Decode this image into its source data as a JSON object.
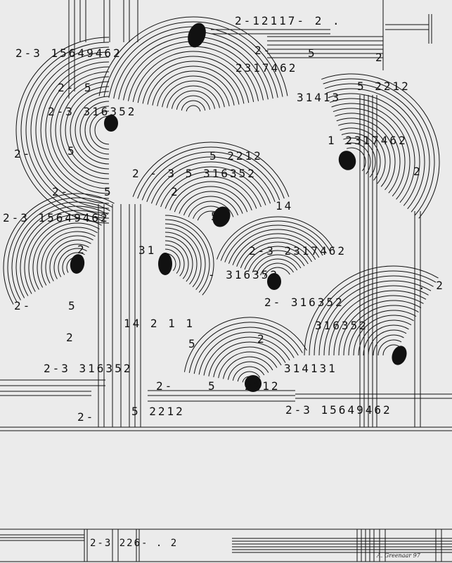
{
  "artwork": {
    "kind": "numeric-notation drawing",
    "background": "#ebebeb",
    "ink": "#111111"
  },
  "labels": {
    "top_code": "2-12117- 2 .",
    "top_left_code": "2-3  15649462",
    "upper_seq": "2317462",
    "upper_small": "2-",
    "upper_five": "5",
    "upper_mid_2": "2",
    "upper_right_code": "5  2212",
    "right_314": "31413",
    "left_2dash": "2-   5",
    "left_seq": "2-3  316352",
    "left_2": "2-",
    "left_5": "5",
    "center_2212": "5  2212",
    "center_316352": "2 - 3 5 316352",
    "center_right_2317462": "1 2317462",
    "right_2": "2",
    "mid_2": "2-",
    "mid_5": "5",
    "mid_right": "2",
    "left_mid_code": "2-3  15649462",
    "left_21": "2",
    "left_5b": "5",
    "left_2b": "2-",
    "center_31": "31",
    "center_14": "14",
    "center_2317462b": "2-3 2317462",
    "center_5": "5",
    "center_316352b": "- 316352",
    "right_far_2": ". 2",
    "right_316352": "2-   316352",
    "right_316352b": "316352",
    "lower_14211": "14 2  1 1",
    "lower_2": "2",
    "lower_5": "5",
    "lower_2b": "2",
    "lower_31413": "314131",
    "lower_left_code": "2-3  316352",
    "lower_2dash": "2-",
    "lower_5b": "5",
    "lower_22212": "2212",
    "bottom_2": "2-",
    "bottom_5": "5  2212",
    "bottom_right_code": "2-3  15649462",
    "strip_code": "2-3  226-  . 2",
    "signature": "A. Greenaar 97"
  }
}
